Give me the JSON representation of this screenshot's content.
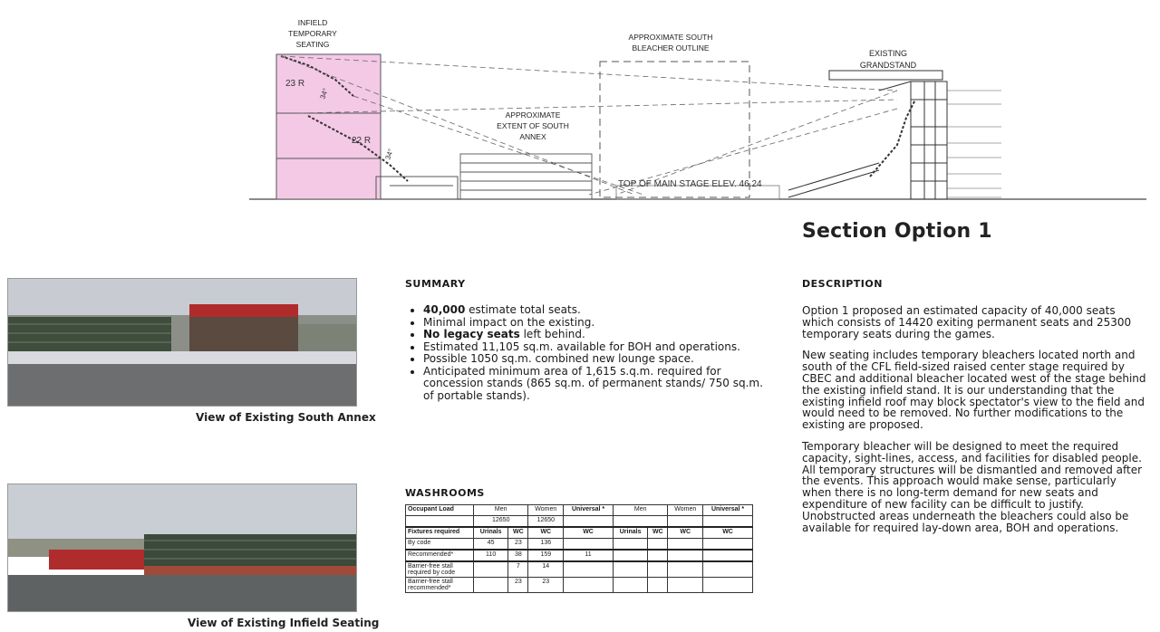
{
  "drawing": {
    "labels": {
      "infield": "INFIELD\nTEMPORARY\nSEATING",
      "south_bleacher": "APPROXIMATE SOUTH\nBLEACHER OUTLINE",
      "south_annex": "APPROXIMATE\nEXTENT OF SOUTH\nANNEX",
      "grandstand": "EXISTING\nGRANDSTAND",
      "main_stage": "TOP OF MAIN STAGE ELEV. 46.24",
      "row_23": "23 R",
      "row_22": "22 R",
      "angle_1": "34°",
      "angle_2": "34°"
    }
  },
  "section_title": "Section Option 1",
  "photos": {
    "south_annex_caption": "View of Existing South Annex",
    "infield_caption": "View of Existing Infield Seating"
  },
  "summary": {
    "heading": "SUMMARY",
    "items": [
      {
        "bold": "40,000",
        "text": " estimate total seats."
      },
      {
        "bold": "",
        "text": "Minimal impact on the existing."
      },
      {
        "bold": "No legacy seats",
        "text": " left behind."
      },
      {
        "bold": "",
        "text": "Estimated 11,105 sq.m. available for BOH and operations."
      },
      {
        "bold": "",
        "text": "Possible 1050 sq.m. combined new lounge space."
      },
      {
        "bold": "",
        "text": "Anticipated minimum area of 1,615 s.q.m. required for concession stands (865 sq.m. of permanent stands/ 750 sq.m. of portable stands)."
      }
    ]
  },
  "washrooms": {
    "heading": "WASHROOMS",
    "header": [
      "Occupant Load",
      "Men",
      "Women",
      "Universal *",
      "Men",
      "Women",
      "Universal *"
    ],
    "load": [
      "12650",
      "12650"
    ],
    "fixtures_label": "Fixtures required",
    "fixture_cols": [
      "Urinals",
      "WC",
      "WC",
      "WC",
      "Urinals",
      "WC",
      "WC",
      "WC"
    ],
    "rows": [
      {
        "label": "By code",
        "vals": [
          "45",
          "23",
          "136",
          "",
          "",
          "",
          "",
          ""
        ]
      },
      {
        "label": "Recommended*",
        "vals": [
          "110",
          "38",
          "159",
          "11",
          "",
          "",
          "",
          ""
        ]
      },
      {
        "label": "Barrier-free stall required by code",
        "vals": [
          "",
          "7",
          "14",
          "",
          "",
          "",
          "",
          ""
        ]
      },
      {
        "label": "Barrier-free stall recommended*",
        "vals": [
          "",
          "23",
          "23",
          "",
          "",
          "",
          "",
          ""
        ]
      }
    ]
  },
  "description": {
    "heading": "DESCRIPTION",
    "paragraphs": [
      "Option 1 proposed an estimated capacity of 40,000 seats which consists of 14420 exiting permanent seats and 25300 temporary seats during the games.",
      "New seating includes temporary bleachers located north and south of the CFL field-sized raised center stage required by CBEC and additional bleacher located west of the stage behind the existing infield stand. It is our understanding that the existing infield roof may block spectator's view to the field and would need to be removed. No further modifications to the existing are proposed.",
      "Temporary bleacher will be designed to meet the required capacity, sight-lines, access, and facilities for disabled people. All temporary structures will be dismantled and removed after the events. This approach would make sense, particularly when there is no long-term demand for new seats and expenditure of new facility can be difficult to justify.",
      "Unobstructed areas underneath the bleachers could also be available for required lay-down area, BOH and operations."
    ]
  },
  "colors": {
    "infield_fill": "#f4c9e6",
    "line": "#444444"
  }
}
